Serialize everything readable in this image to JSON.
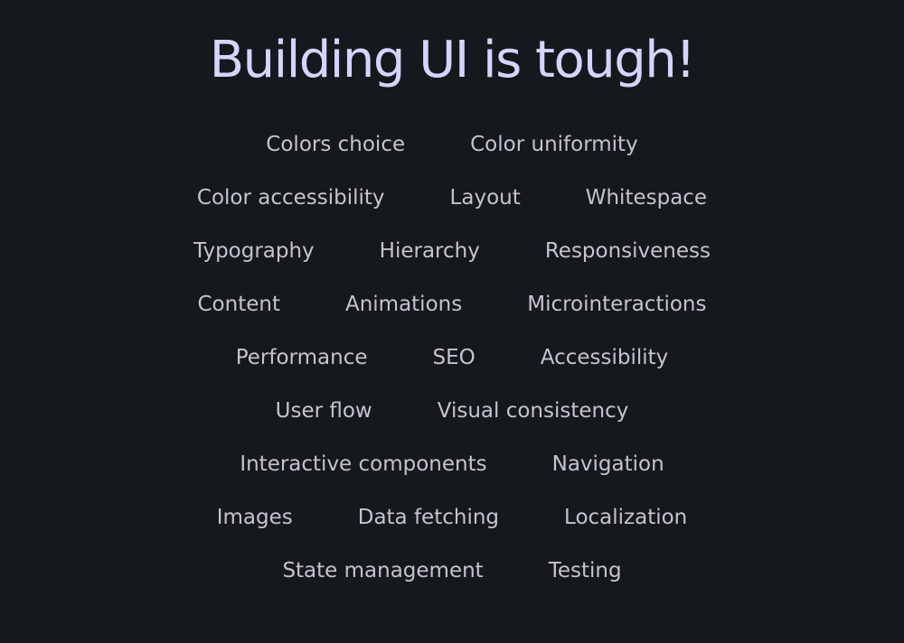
{
  "title": "Building UI is tough!",
  "rows": [
    [
      "Colors choice",
      "Color uniformity"
    ],
    [
      "Color accessibility",
      "Layout",
      "Whitespace"
    ],
    [
      "Typography",
      "Hierarchy",
      "Responsiveness"
    ],
    [
      "Content",
      "Animations",
      "Microinteractions"
    ],
    [
      "Performance",
      "SEO",
      "Accessibility"
    ],
    [
      "User flow",
      "Visual consistency"
    ],
    [
      "Interactive components",
      "Navigation"
    ],
    [
      "Images",
      "Data fetching",
      "Localization"
    ],
    [
      "State management",
      "Testing"
    ]
  ],
  "colors": {
    "background": "#15181d",
    "title": "#d4d5fb",
    "text": "#c3c5cc"
  }
}
